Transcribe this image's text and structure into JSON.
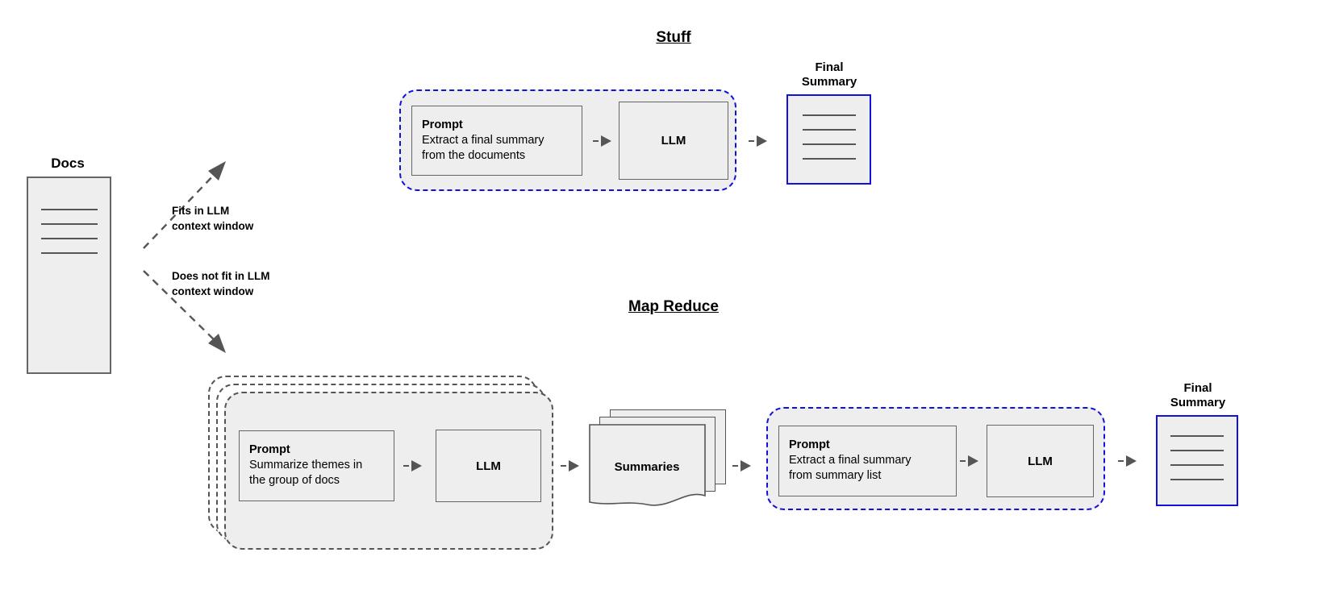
{
  "diagram": {
    "source": {
      "label": "Docs",
      "line_count": 4
    },
    "branches": [
      {
        "label": "Fits in LLM\ncontext window",
        "direction": "up"
      },
      {
        "label": "Does not fit in LLM\ncontext window",
        "direction": "down"
      }
    ],
    "sections": [
      {
        "id": "stuff",
        "title": "Stuff",
        "steps": [
          {
            "type": "prompt",
            "title": "Prompt",
            "body": "Extract a final summary\nfrom the documents"
          },
          {
            "type": "llm",
            "label": "LLM"
          }
        ],
        "output": {
          "caption": "Final\nSummary",
          "line_count": 4,
          "border_color": "#1111dd"
        }
      },
      {
        "id": "map-reduce",
        "title": "Map Reduce",
        "map": {
          "stack_count": 3,
          "steps": [
            {
              "type": "prompt",
              "title": "Prompt",
              "body": "Summarize themes in\nthe group of docs"
            },
            {
              "type": "llm",
              "label": "LLM"
            }
          ]
        },
        "intermediate": {
          "label": "Summaries",
          "stack_count": 3
        },
        "reduce": {
          "steps": [
            {
              "type": "prompt",
              "title": "Prompt",
              "body": "Extract a final summary\nfrom summary list"
            },
            {
              "type": "llm",
              "label": "LLM"
            }
          ]
        },
        "output": {
          "caption": "Final\nSummary",
          "line_count": 4,
          "border_color": "#1111dd"
        }
      }
    ],
    "colors": {
      "fill": "#eeeeee",
      "stroke": "#666666",
      "accent": "#1111dd",
      "arrow": "#555555"
    }
  }
}
